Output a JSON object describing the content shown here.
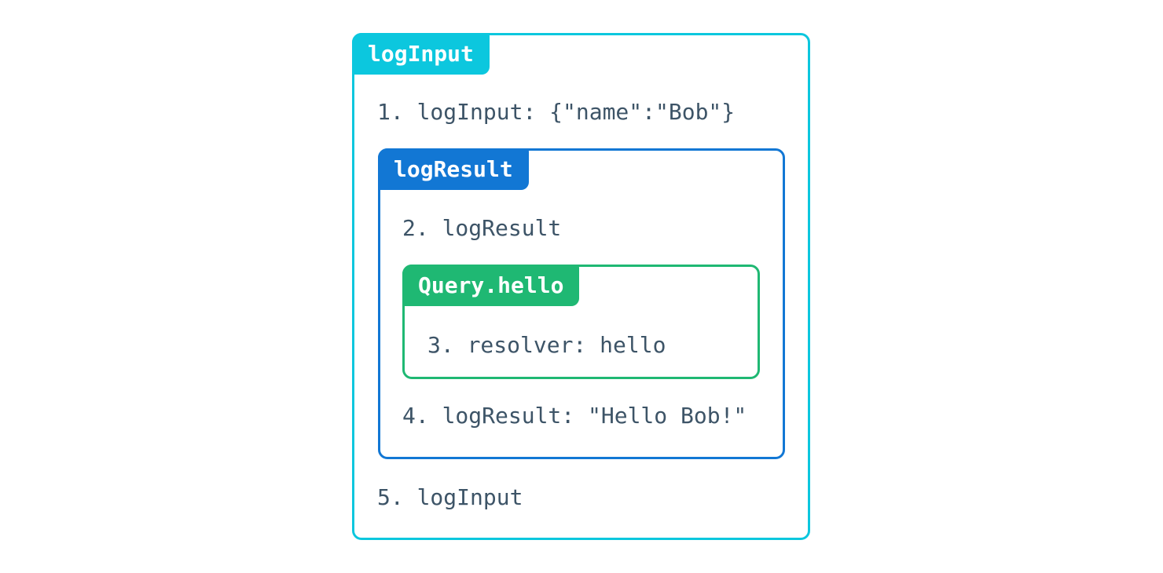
{
  "diagram": {
    "background_color": "#ffffff",
    "text_color": "#3d5467",
    "outer_layer": {
      "label": "logInput",
      "accent_color": "#0cc7de",
      "enter_step": "1. logInput: {\"name\":\"Bob\"}",
      "exit_step": "5. logInput"
    },
    "middle_layer": {
      "label": "logResult",
      "accent_color": "#1277d4",
      "enter_step": "2. logResult",
      "exit_step": "4. logResult: \"Hello Bob!\""
    },
    "inner_layer": {
      "label": "Query.hello",
      "accent_color": "#1fb873",
      "step": "3. resolver: hello"
    }
  }
}
